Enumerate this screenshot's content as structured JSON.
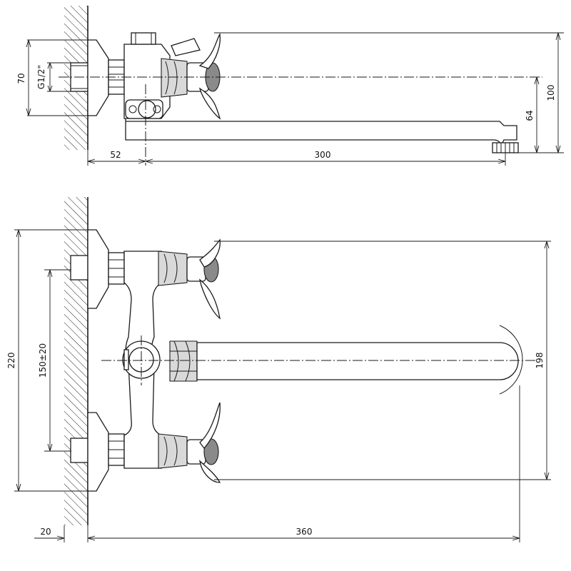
{
  "side_view": {
    "dim_height": "70",
    "dim_thread": "G1/2\"",
    "dim_total_height": "100",
    "dim_spout_height": "64",
    "dim_offset": "52",
    "dim_spout_length": "300"
  },
  "front_view": {
    "dim_total_height": "220",
    "dim_centers": "150±20",
    "dim_spout_span": "198",
    "dim_wall_offset": "20",
    "dim_total_length": "360"
  }
}
